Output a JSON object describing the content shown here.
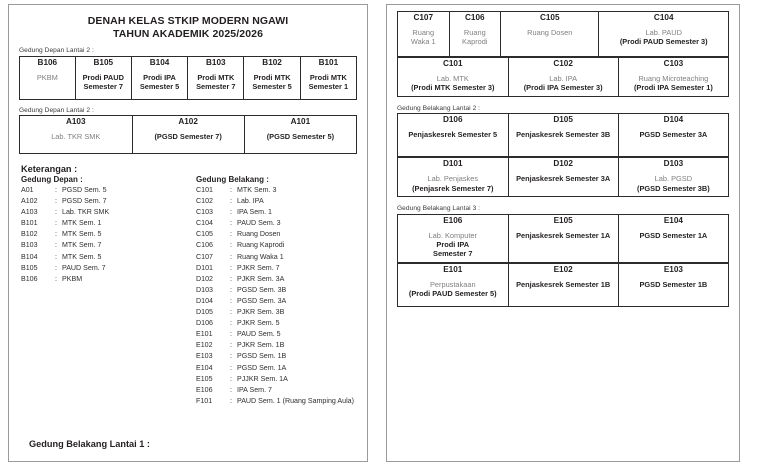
{
  "document": {
    "title_line1": "DENAH KELAS STKIP MODERN NGAWI",
    "title_line2": "TAHUN AKADEMIK 2025/2026",
    "footer_label": "Gedung Belakang Lantai 1 :"
  },
  "sections": {
    "front_floor2_b": "Gedung Depan Lantai 2 :",
    "front_floor2_a": "Gedung Depan Lantai 2 :",
    "back_floor2": "Gedung Belakang Lantai 2 :",
    "back_floor3": "Gedung Belakang Lantai 3 :"
  },
  "block_b": [
    {
      "code": "B106",
      "lines": [
        {
          "text": "PKBM",
          "style": "g"
        }
      ]
    },
    {
      "code": "B105",
      "lines": [
        {
          "text": "Prodi PAUD",
          "style": "b"
        },
        {
          "text": "Semester 7",
          "style": "b"
        }
      ]
    },
    {
      "code": "B104",
      "lines": [
        {
          "text": "Prodi IPA",
          "style": "b"
        },
        {
          "text": "Semester 5",
          "style": "b"
        }
      ]
    },
    {
      "code": "B103",
      "lines": [
        {
          "text": "Prodi MTK",
          "style": "b"
        },
        {
          "text": "Semester 7",
          "style": "b"
        }
      ]
    },
    {
      "code": "B102",
      "lines": [
        {
          "text": "Prodi MTK",
          "style": "b"
        },
        {
          "text": "Semester 5",
          "style": "b"
        }
      ]
    },
    {
      "code": "B101",
      "lines": [
        {
          "text": "Prodi MTK",
          "style": "b"
        },
        {
          "text": "Semester 1",
          "style": "b"
        }
      ]
    }
  ],
  "block_a": [
    {
      "code": "A103",
      "lines": [
        {
          "text": "Lab. TKR SMK",
          "style": "g"
        }
      ]
    },
    {
      "code": "A102",
      "lines": [
        {
          "text": "(PGSD Semester 7)",
          "style": "b"
        }
      ]
    },
    {
      "code": "A101",
      "lines": [
        {
          "text": "(PGSD Semester 5)",
          "style": "b"
        }
      ]
    }
  ],
  "block_c_row1": [
    {
      "code": "C107",
      "lines": [
        {
          "text": "Ruang",
          "style": "g"
        },
        {
          "text": "Waka 1",
          "style": "g"
        }
      ]
    },
    {
      "code": "C106",
      "lines": [
        {
          "text": "Ruang",
          "style": "g"
        },
        {
          "text": "Kaprodi",
          "style": "g"
        }
      ]
    },
    {
      "code": "C105",
      "lines": [
        {
          "text": "Ruang Dosen",
          "style": "g"
        }
      ]
    },
    {
      "code": "C104",
      "lines": [
        {
          "text": "Lab. PAUD",
          "style": "g"
        },
        {
          "text": "(Prodi PAUD Semester 3)",
          "style": "b"
        }
      ]
    }
  ],
  "block_c_row2": [
    {
      "code": "C101",
      "lines": [
        {
          "text": "Lab. MTK",
          "style": "g"
        },
        {
          "text": "(Prodi MTK Semester 3)",
          "style": "b"
        }
      ]
    },
    {
      "code": "C102",
      "lines": [
        {
          "text": "Lab. IPA",
          "style": "g"
        },
        {
          "text": "(Prodi IPA Semester 3)",
          "style": "b"
        }
      ]
    },
    {
      "code": "C103",
      "lines": [
        {
          "text": "Ruang Microteaching",
          "style": "g"
        },
        {
          "text": "(Prodi IPA Semester 1)",
          "style": "b"
        }
      ]
    }
  ],
  "block_d_row1": [
    {
      "code": "D106",
      "lines": [
        {
          "text": "Penjaskesrek Semester 5",
          "style": "b"
        }
      ]
    },
    {
      "code": "D105",
      "lines": [
        {
          "text": "Penjaskesrek Semester 3B",
          "style": "b"
        }
      ]
    },
    {
      "code": "D104",
      "lines": [
        {
          "text": "PGSD Semester 3A",
          "style": "b"
        }
      ]
    }
  ],
  "block_d_row2": [
    {
      "code": "D101",
      "lines": [
        {
          "text": "Lab. Penjaskes",
          "style": "g"
        },
        {
          "text": "(Penjasrek Semester 7)",
          "style": "b"
        }
      ]
    },
    {
      "code": "D102",
      "lines": [
        {
          "text": "Penjaskesrek Semester 3A",
          "style": "b"
        }
      ]
    },
    {
      "code": "D103",
      "lines": [
        {
          "text": "Lab. PGSD",
          "style": "g"
        },
        {
          "text": "(PGSD Semester 3B)",
          "style": "b"
        }
      ]
    }
  ],
  "block_e_row1": [
    {
      "code": "E106",
      "lines": [
        {
          "text": "Lab. Komputer",
          "style": "g"
        },
        {
          "text": "Prodi IPA",
          "style": "b"
        },
        {
          "text": "Semester 7",
          "style": "b"
        }
      ]
    },
    {
      "code": "E105",
      "lines": [
        {
          "text": "Penjaskesrek Semester 1A",
          "style": "b"
        }
      ]
    },
    {
      "code": "E104",
      "lines": [
        {
          "text": "PGSD Semester 1A",
          "style": "b"
        }
      ]
    }
  ],
  "block_e_row2": [
    {
      "code": "E101",
      "lines": [
        {
          "text": "Perpustakaan",
          "style": "g"
        },
        {
          "text": "(Prodi PAUD Semester 5)",
          "style": "b"
        }
      ]
    },
    {
      "code": "E102",
      "lines": [
        {
          "text": "Penjaskesrek Semester 1B",
          "style": "b"
        }
      ]
    },
    {
      "code": "E103",
      "lines": [
        {
          "text": "PGSD Semester 1B",
          "style": "b"
        }
      ]
    }
  ],
  "legend": {
    "title": "Keterangan :",
    "left_head": "Gedung Depan :",
    "right_head": "Gedung Belakang :",
    "left_items": [
      {
        "key": "A01",
        "value": "PGSD Sem. 5"
      },
      {
        "key": "A102",
        "value": "PGSD Sem. 7"
      },
      {
        "key": "A103",
        "value": "Lab. TKR SMK"
      },
      {
        "key": "B101",
        "value": "MTK Sem. 1"
      },
      {
        "key": "B102",
        "value": "MTK Sem. 5"
      },
      {
        "key": "B103",
        "value": "MTK Sem. 7"
      },
      {
        "key": "B104",
        "value": "MTK Sem. 5"
      },
      {
        "key": "B105",
        "value": "PAUD Sem. 7"
      },
      {
        "key": "B106",
        "value": "PKBM"
      }
    ],
    "right_items": [
      {
        "key": "C101",
        "value": "MTK Sem. 3"
      },
      {
        "key": "C102",
        "value": "Lab. IPA"
      },
      {
        "key": "C103",
        "value": "IPA Sem. 1"
      },
      {
        "key": "C104",
        "value": "PAUD Sem. 3"
      },
      {
        "key": "C105",
        "value": "Ruang Dosen"
      },
      {
        "key": "C106",
        "value": "Ruang Kaprodi"
      },
      {
        "key": "C107",
        "value": "Ruang Waka 1"
      },
      {
        "key": "D101",
        "value": "PJKR Sem. 7"
      },
      {
        "key": "D102",
        "value": "PJKR Sem. 3A"
      },
      {
        "key": "D103",
        "value": "PGSD Sem. 3B"
      },
      {
        "key": "D104",
        "value": "PGSD Sem. 3A"
      },
      {
        "key": "D105",
        "value": "PJKR Sem. 3B"
      },
      {
        "key": "D106",
        "value": "PJKR Sem. 5"
      },
      {
        "key": "E101",
        "value": "PAUD Sem. 5"
      },
      {
        "key": "E102",
        "value": "PJKR Sem. 1B"
      },
      {
        "key": "E103",
        "value": "PGSD Sem. 1B"
      },
      {
        "key": "E104",
        "value": "PGSD Sem. 1A"
      },
      {
        "key": "E105",
        "value": "PJJKR Sem. 1A"
      },
      {
        "key": "E106",
        "value": "IPA Sem. 7"
      },
      {
        "key": "F101",
        "value": "PAUD Sem. 1 (Ruang Samping Aula)"
      }
    ]
  },
  "column_widths": {
    "block_b": [
      "16.5%",
      "16.7%",
      "16.7%",
      "16.7%",
      "16.7%",
      "16.7%"
    ],
    "block_a": [
      "33.4%",
      "33.3%",
      "33.3%"
    ],
    "block_c_row1": [
      "15%",
      "15%",
      "30%",
      "40%"
    ],
    "block_c_row2": [
      "33.4%",
      "33.3%",
      "33.3%"
    ],
    "block_d": [
      "33.4%",
      "33.3%",
      "33.3%"
    ],
    "block_e": [
      "33.4%",
      "33.3%",
      "33.3%"
    ]
  }
}
